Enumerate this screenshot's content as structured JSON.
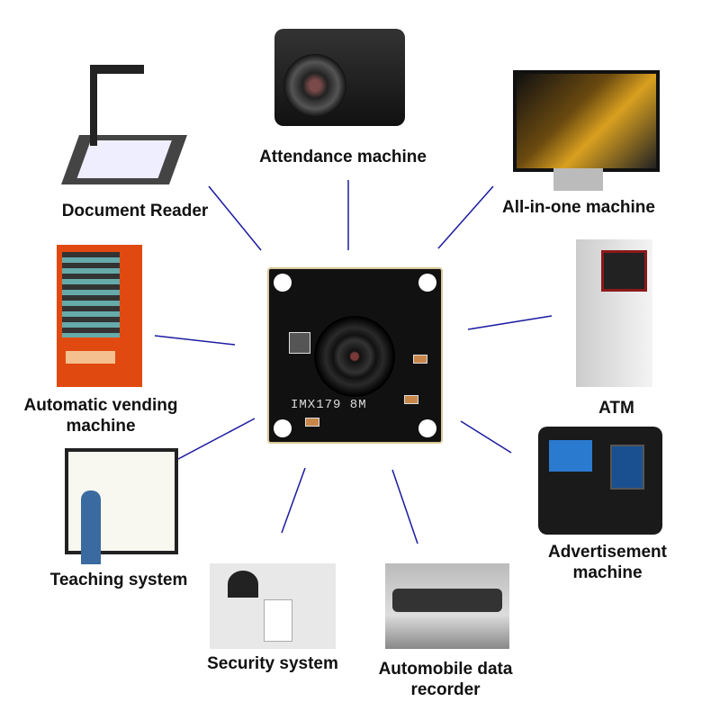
{
  "center_module": {
    "silkscreen": "IMX179  8M"
  },
  "applications": [
    {
      "id": "attendance",
      "label": "Attendance machine"
    },
    {
      "id": "document",
      "label": "Document Reader"
    },
    {
      "id": "allinone",
      "label": "All-in-one machine"
    },
    {
      "id": "vending",
      "label_line1": "Automatic vending",
      "label_line2": "machine"
    },
    {
      "id": "atm",
      "label": "ATM"
    },
    {
      "id": "teaching",
      "label": "Teaching system"
    },
    {
      "id": "advertisement",
      "label_line1": "Advertisement",
      "label_line2": "machine"
    },
    {
      "id": "security",
      "label": "Security system"
    },
    {
      "id": "dashcam",
      "label_line1": "Automobile data",
      "label_line2": "recorder"
    }
  ],
  "colors": {
    "connector": "#1a1aa0",
    "pcb": "#111111"
  }
}
